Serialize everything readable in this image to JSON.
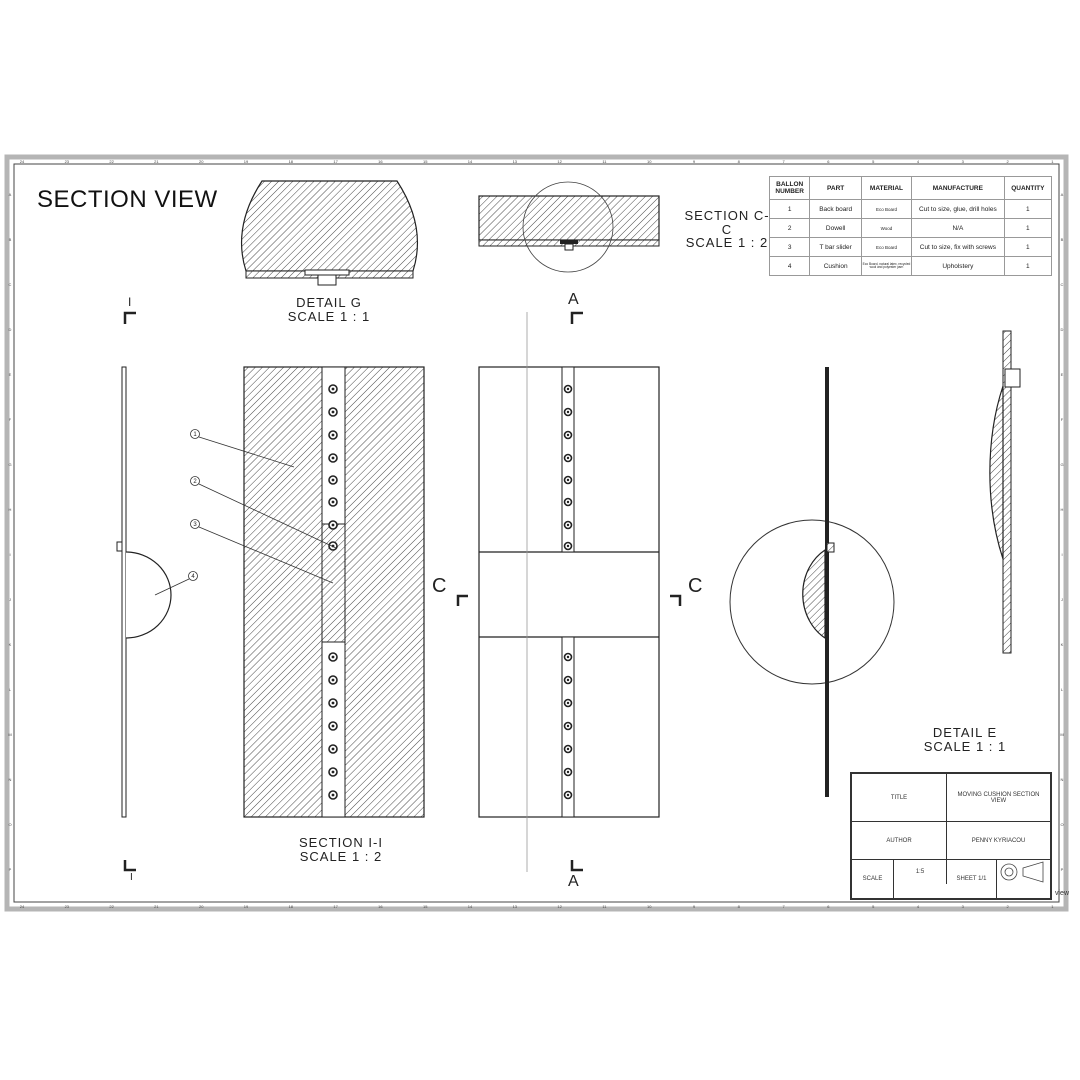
{
  "title": "SECTION VIEW",
  "views": {
    "detail_g": {
      "name": "DETAIL G",
      "scale": "SCALE 1 : 1"
    },
    "section_cc": {
      "name": "SECTION C-C",
      "scale": "SCALE 1 : 2"
    },
    "section_ii": {
      "name": "SECTION I-I",
      "scale": "SCALE 1 : 2"
    },
    "detail_e": {
      "name": "DETAIL E",
      "scale": "SCALE 1 : 1"
    }
  },
  "section_markers": {
    "i_top": "I",
    "i_bottom": "I",
    "a_top": "A",
    "a_bottom": "A",
    "c_left": "C",
    "c_right": "C"
  },
  "balloons": [
    "1",
    "2",
    "3",
    "4"
  ],
  "bom": {
    "headers": [
      "BALLON NUMBER",
      "PART",
      "MATERIAL",
      "MANUFACTURE",
      "QUANTITY"
    ],
    "rows": [
      {
        "n": "1",
        "part": "Back board",
        "material": "Eco Board",
        "manufacture": "Cut to size, glue, drill holes",
        "qty": "1"
      },
      {
        "n": "2",
        "part": "Dowell",
        "material": "Wood",
        "manufacture": "N/A",
        "qty": "1"
      },
      {
        "n": "3",
        "part": "T bar slider",
        "material": "Eco Board",
        "manufacture": "Cut to size, fix with screws",
        "qty": "1"
      },
      {
        "n": "4",
        "part": "Cushion",
        "material": "Eco Board, natural latex, recycled wool and polyester yarn",
        "manufacture": "Upholstery",
        "qty": "1"
      }
    ]
  },
  "title_block": {
    "title_label": "TITLE",
    "title_value": "MOVING CUSHION SECTION VIEW",
    "author_label": "AUTHOR",
    "author_value": "PENNY KYRIACOU",
    "scale_label": "SCALE",
    "scale_value": "1:5",
    "sheet": "SHEET 1/1"
  },
  "corner_text": "view",
  "border_numbers": [
    "24",
    "23",
    "22",
    "21",
    "20",
    "19",
    "18",
    "17",
    "16",
    "15",
    "14",
    "13",
    "12",
    "11",
    "10",
    "9",
    "8",
    "7",
    "6",
    "5",
    "4",
    "3",
    "2",
    "1"
  ],
  "border_letters": [
    "A",
    "B",
    "C",
    "D",
    "E",
    "F",
    "G",
    "H",
    "I",
    "J",
    "K",
    "L",
    "M",
    "N",
    "O",
    "P"
  ]
}
